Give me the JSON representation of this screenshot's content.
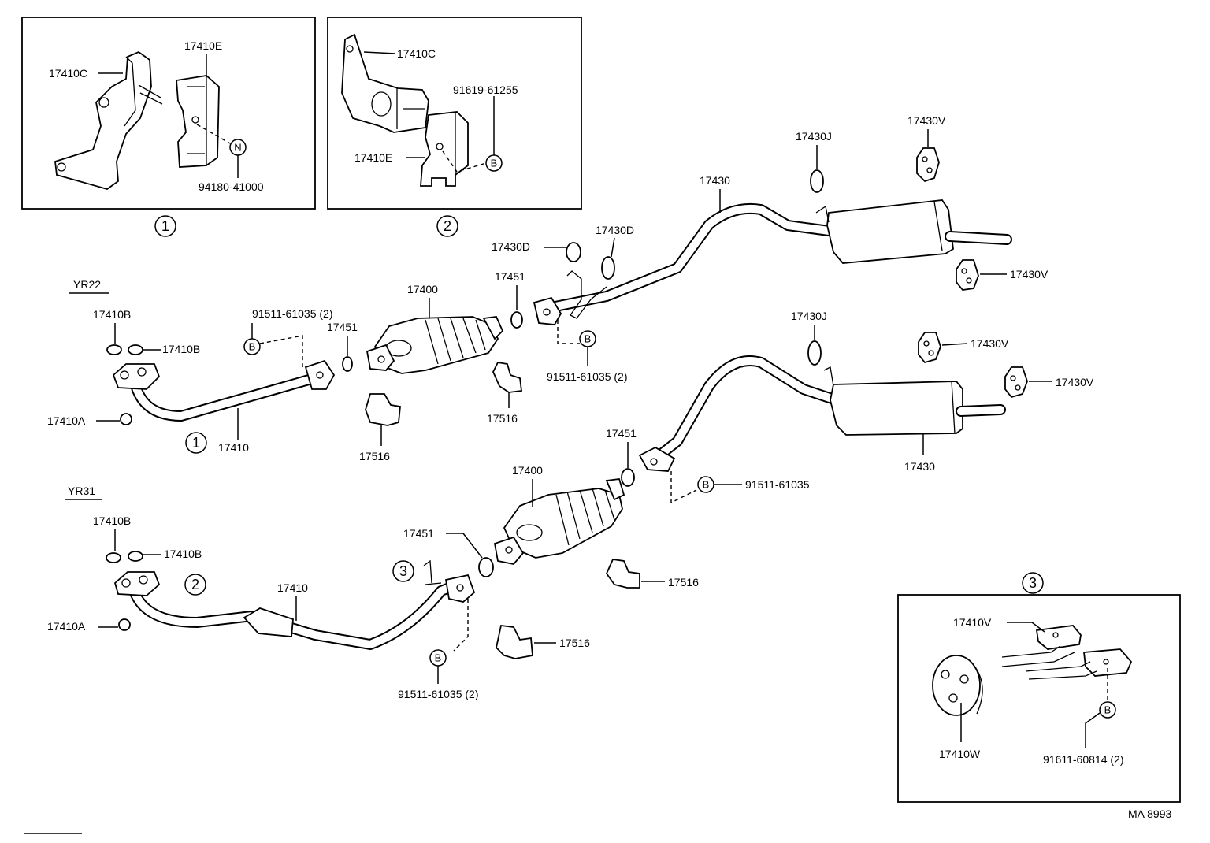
{
  "diagram": {
    "ref_code": "MA 8993",
    "inset1": {
      "circle_label": "1",
      "labels": {
        "bracket_a": "17410C",
        "bracket_b": "17410E",
        "nut": "94180-41000",
        "nut_symbol": "N"
      }
    },
    "inset2": {
      "circle_label": "2",
      "labels": {
        "bracket_a": "17410C",
        "bolt": "91619-61255",
        "bracket_b": "17410E",
        "bolt_symbol": "B"
      }
    },
    "inset3": {
      "circle_label": "3",
      "labels": {
        "hanger_bracket": "17410V",
        "rubber_mount": "17410W",
        "bolt": "91611-60814 (2)",
        "bolt_symbol": "B"
      }
    },
    "yr22": {
      "model": "YR22",
      "labels": {
        "gasket_1": "17410B",
        "gasket_2": "17410B",
        "nut": "17410A",
        "bolt": "91511-61035 (2)",
        "bolt_symbol": "B",
        "front_pipe": "17410",
        "front_pipe_ref": "1",
        "gasket_front": "17451",
        "converter": "17400",
        "bracket_1": "17516",
        "bracket_2": "17516",
        "gasket_rear": "17451",
        "gasket_d1": "17430D",
        "gasket_d2": "17430D",
        "bolt_rear": "91511-61035 (2)",
        "bolt_rear_symbol": "B",
        "tail_pipe": "17430",
        "ring": "17430J",
        "mount_1": "17430V",
        "mount_2": "17430V"
      }
    },
    "yr31": {
      "model": "YR31",
      "labels": {
        "gasket_1": "17410B",
        "gasket_2": "17410B",
        "nut": "17410A",
        "front_pipe_ref": "2",
        "front_pipe": "17410",
        "hanger_ref": "3",
        "gasket_front": "17451",
        "bolt": "91511-61035 (2)",
        "bolt_symbol": "B",
        "bracket_1": "17516",
        "converter": "17400",
        "bracket_2": "17516",
        "gasket_rear": "17451",
        "bolt_rear": "91511-61035",
        "bolt_rear_symbol": "B",
        "tail_pipe": "17430",
        "ring": "17430J",
        "mount_1": "17430V",
        "mount_2": "17430V"
      }
    }
  }
}
